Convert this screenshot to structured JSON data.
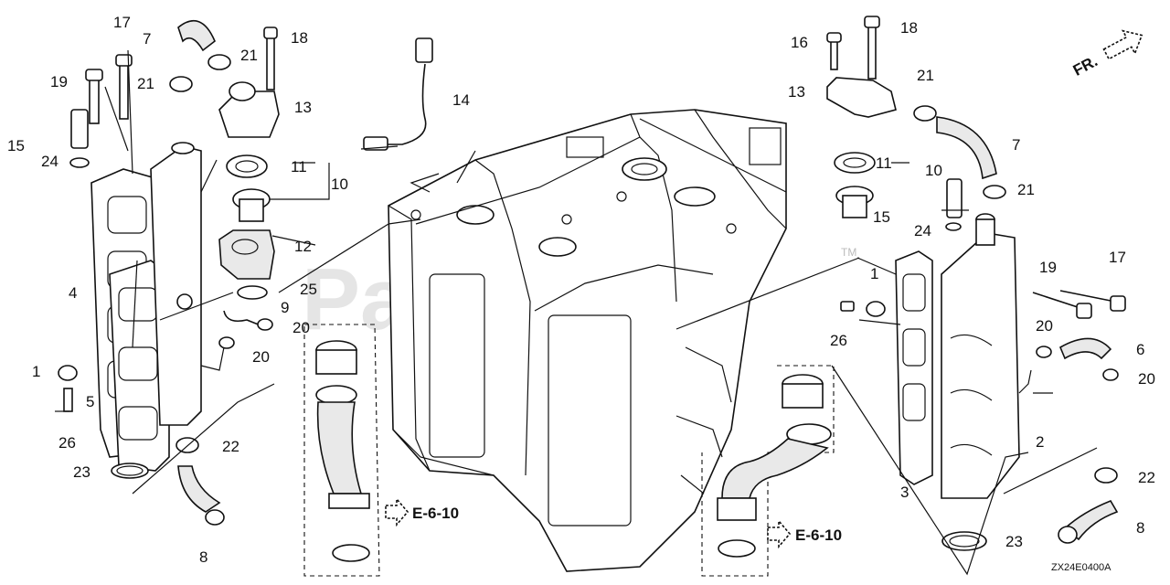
{
  "diagram": {
    "callouts": [
      "1",
      "2",
      "3",
      "4",
      "5",
      "6",
      "7",
      "8",
      "9",
      "10",
      "11",
      "12",
      "13",
      "14",
      "15",
      "16",
      "17",
      "18",
      "19",
      "20",
      "21",
      "22",
      "23",
      "24",
      "25",
      "26"
    ],
    "references": [
      "E-6-10",
      "E-6-10"
    ],
    "direction": "FR.",
    "watermark": "PartsTree",
    "trademark": "TM",
    "drawing_code": "ZX24E0400A"
  }
}
